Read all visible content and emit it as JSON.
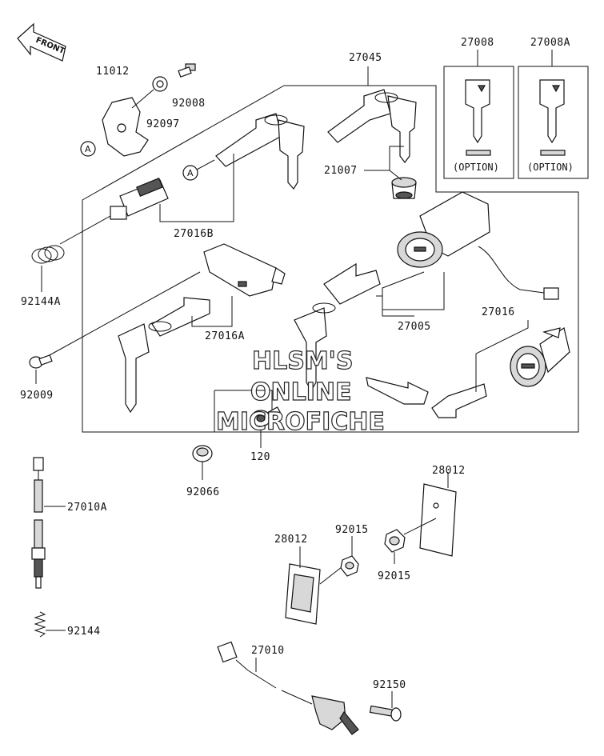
{
  "orientation": {
    "label": "FRONT",
    "icon": "front-arrow-icon"
  },
  "callout_marker": "A",
  "option_label": "(OPTION)",
  "watermark": {
    "line1": "HLSM'S",
    "line2": "ONLINE",
    "line3": "MICROFICHE"
  },
  "parts": {
    "p11012": "11012",
    "p92008": "92008",
    "p92097": "92097",
    "p27045": "27045",
    "p27008": "27008",
    "p27008A": "27008A",
    "p21007": "21007",
    "p27016B": "27016B",
    "p92144A": "92144A",
    "p27016A": "27016A",
    "p27005": "27005",
    "p27016": "27016",
    "p92009": "92009",
    "p120": "120",
    "p92066": "92066",
    "p27010A": "27010A",
    "p28012_right": "28012",
    "p28012_left": "28012",
    "p92015_top": "92015",
    "p92015_bottom": "92015",
    "p92144": "92144",
    "p27010": "27010",
    "p92150": "92150"
  }
}
